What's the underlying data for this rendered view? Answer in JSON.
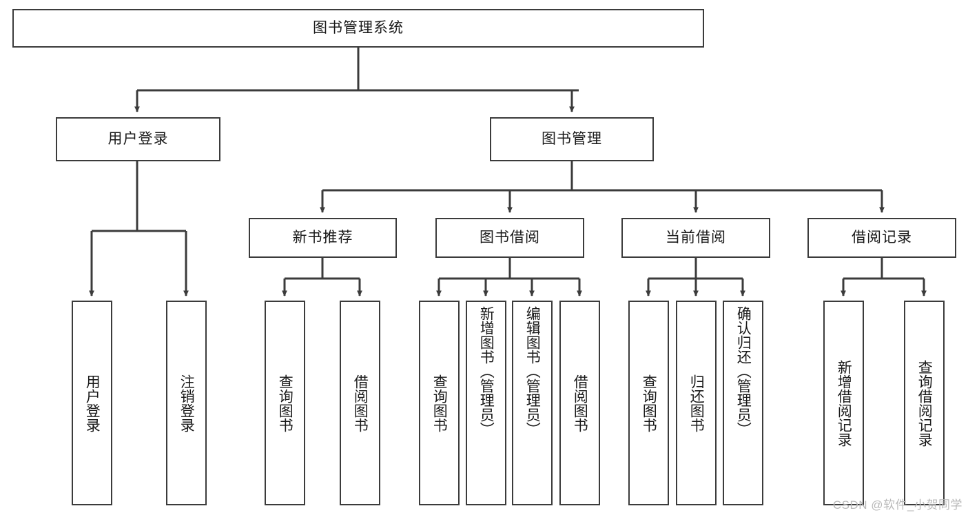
{
  "diagram": {
    "title": "图书管理系统",
    "type": "tree-hierarchy-diagram",
    "style": {
      "stroke": "#3b3b3b",
      "fill": "#ffffff",
      "text": "#1a1a1a",
      "watermark_color": "#b9b9b9"
    },
    "root": {
      "id": "root",
      "label": "图书管理系统"
    },
    "level2": [
      {
        "id": "user-login",
        "label": "用户登录"
      },
      {
        "id": "book-management",
        "label": "图书管理"
      }
    ],
    "level3": [
      {
        "id": "new-book-recommend",
        "label": "新书推荐"
      },
      {
        "id": "book-borrow",
        "label": "图书借阅"
      },
      {
        "id": "current-borrow",
        "label": "当前借阅"
      },
      {
        "id": "borrow-record",
        "label": "借阅记录"
      }
    ],
    "leaves": {
      "user-login": [
        {
          "id": "leaf-user-login",
          "label": "用户登录"
        },
        {
          "id": "leaf-logout",
          "label": "注销登录"
        }
      ],
      "new-book-recommend": [
        {
          "id": "leaf-query-book-1",
          "label": "查询图书"
        },
        {
          "id": "leaf-borrow-book-1",
          "label": "借阅图书"
        }
      ],
      "book-borrow": [
        {
          "id": "leaf-query-book-2",
          "label": "查询图书"
        },
        {
          "id": "leaf-add-book",
          "label": "新增图书（管理员）"
        },
        {
          "id": "leaf-edit-book",
          "label": "编辑图书（管理员）"
        },
        {
          "id": "leaf-borrow-book-2",
          "label": "借阅图书"
        }
      ],
      "current-borrow": [
        {
          "id": "leaf-query-book-3",
          "label": "查询图书"
        },
        {
          "id": "leaf-return-book",
          "label": "归还图书"
        },
        {
          "id": "leaf-confirm-return",
          "label": "确认归还（管理员）"
        }
      ],
      "borrow-record": [
        {
          "id": "leaf-add-record",
          "label": "新增借阅记录"
        },
        {
          "id": "leaf-query-record",
          "label": "查询借阅记录"
        }
      ]
    }
  },
  "watermark": {
    "text": "CSDN @软件_小贺同学"
  }
}
